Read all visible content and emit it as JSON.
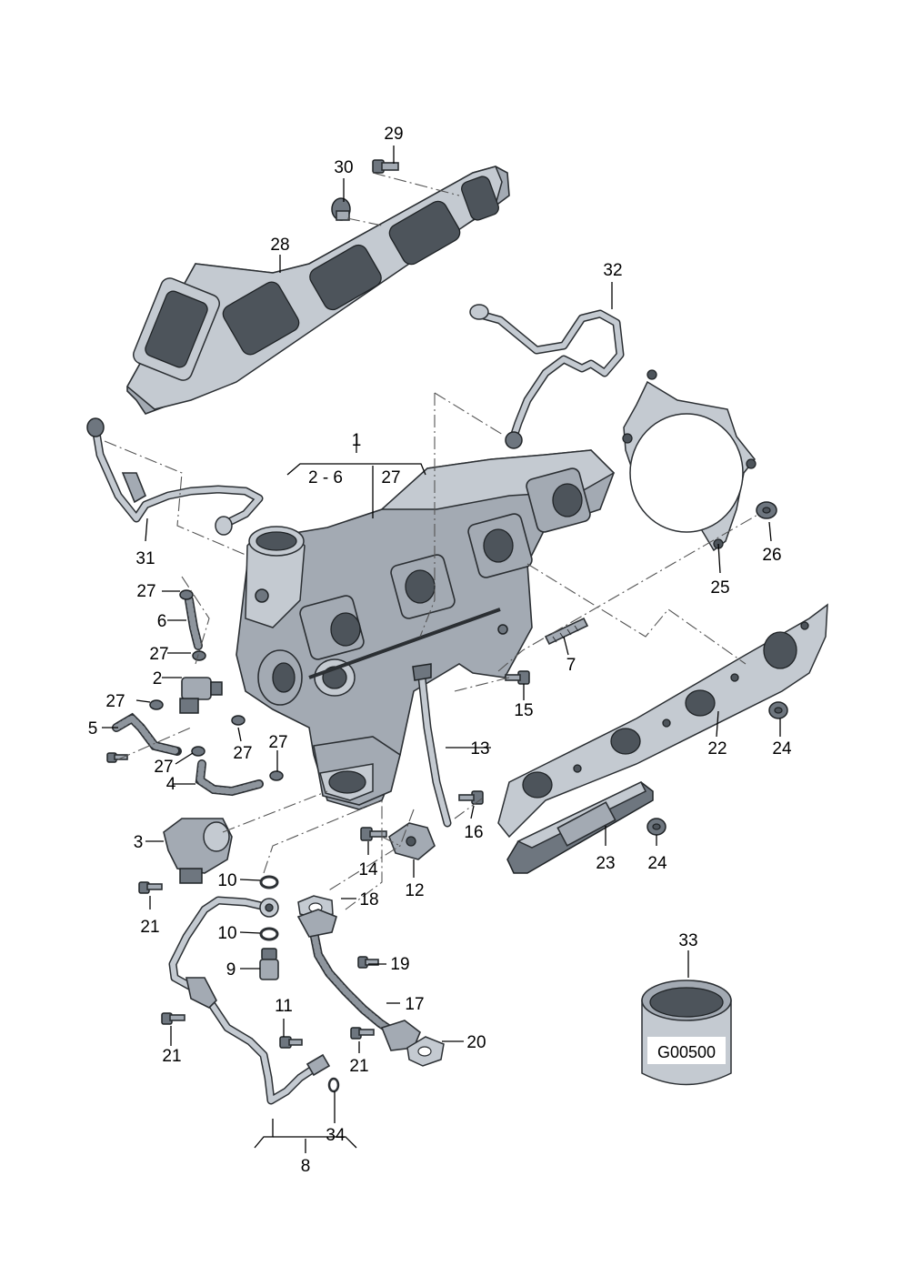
{
  "diagram": {
    "labels": {
      "l1": "1",
      "l2_6": "2 - 6",
      "l27_top": "27",
      "l2": "2",
      "l3": "3",
      "l4": "4",
      "l5": "5",
      "l6": "6",
      "l7": "7",
      "l8": "8",
      "l9": "9",
      "l10a": "10",
      "l10b": "10",
      "l11": "11",
      "l12": "12",
      "l13": "13",
      "l14": "14",
      "l15": "15",
      "l16": "16",
      "l17": "17",
      "l18": "18",
      "l19": "19",
      "l20": "20",
      "l21a": "21",
      "l21b": "21",
      "l21c": "21",
      "l22": "22",
      "l23": "23",
      "l24a": "24",
      "l24b": "24",
      "l25": "25",
      "l26": "26",
      "l27a": "27",
      "l27b": "27",
      "l27c": "27",
      "l27d": "27",
      "l27e": "27",
      "l27f": "27",
      "l28": "28",
      "l29": "29",
      "l30": "30",
      "l31": "31",
      "l32": "32",
      "l33": "33",
      "l34": "34"
    },
    "can_text": "G00500"
  }
}
